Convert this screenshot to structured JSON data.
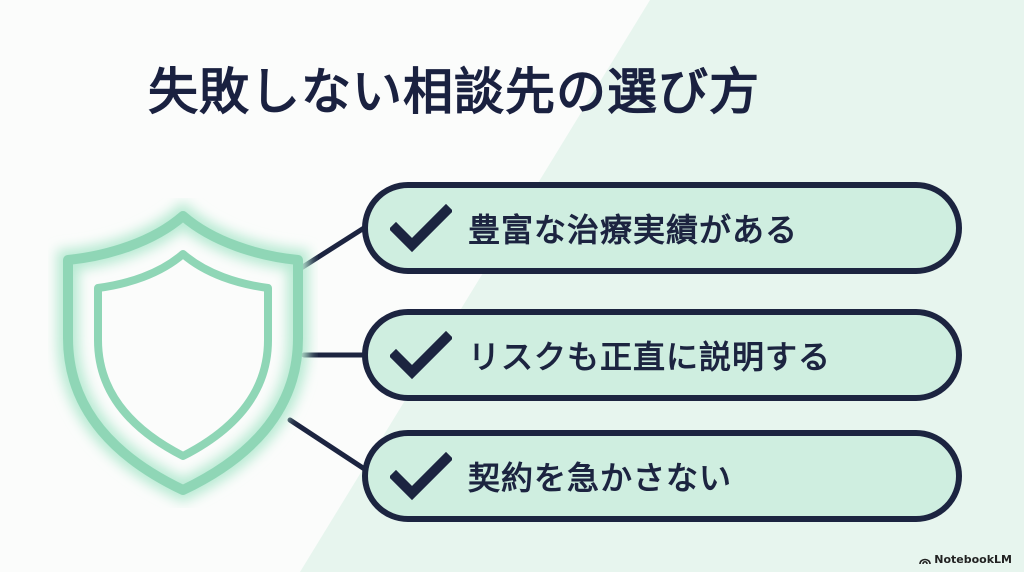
{
  "title": "失敗しない相談先の選び方",
  "items": [
    {
      "label": "豊富な治療実績がある",
      "icon": "check-icon"
    },
    {
      "label": "リスクも正直に説明する",
      "icon": "check-icon"
    },
    {
      "label": "契約を急かさない",
      "icon": "check-icon"
    }
  ],
  "shield": {
    "icon": "shield-icon"
  },
  "brand": {
    "label": "NotebookLM",
    "icon": "notebooklm-logo-icon"
  },
  "colors": {
    "navy": "#1c2440",
    "pill_fill": "#cfeee0",
    "shield_green": "#8fd6b6",
    "background_wedge": "#e7f5ee"
  }
}
